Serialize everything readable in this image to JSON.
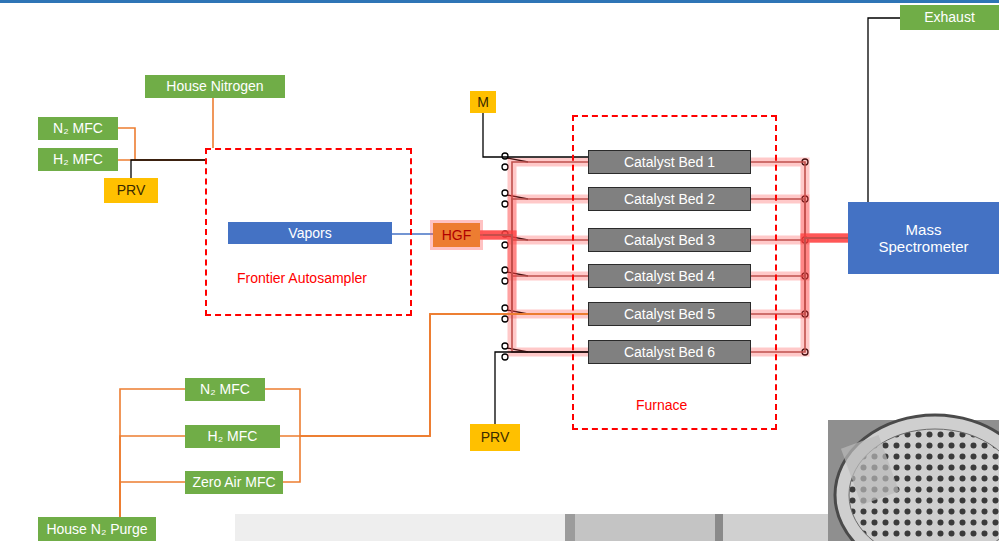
{
  "diagram": {
    "nodes": [
      {
        "text": [
          "House Nitrogen"
        ]
      },
      {
        "text": [
          "N₂ MFC"
        ]
      },
      {
        "text": [
          "H₂ MFC"
        ]
      },
      {
        "text": [
          "PRV"
        ]
      },
      {
        "text": [
          "Frontier Autosampler"
        ]
      },
      {
        "text": [
          "Vapors"
        ],
        "in": 4
      },
      {
        "text": [
          "HGF"
        ]
      },
      {
        "text": [
          "M"
        ]
      },
      {
        "text": [
          "Furnace"
        ]
      },
      {
        "text": [
          "Catalyst Bed 1"
        ],
        "in": 8
      },
      {
        "text": [
          "Catalyst Bed 2"
        ],
        "in": 8
      },
      {
        "text": [
          "Catalyst Bed 3"
        ],
        "in": 8
      },
      {
        "text": [
          "Catalyst Bed 4"
        ],
        "in": 8
      },
      {
        "text": [
          "Catalyst Bed 5"
        ],
        "in": 8
      },
      {
        "text": [
          "Catalyst Bed 6"
        ],
        "in": 8
      },
      {
        "text": [
          "Exhaust"
        ]
      },
      {
        "text": [
          "Mass Spectrometer"
        ]
      },
      {
        "text": [
          "PRV"
        ]
      },
      {
        "text": [
          "N₂ MFC"
        ]
      },
      {
        "text": [
          "H₂ MFC"
        ]
      },
      {
        "text": [
          "Zero Air MFC"
        ]
      },
      {
        "text": [
          "House N₂ Purge"
        ]
      }
    ],
    "edges": [
      {
        "from": 1,
        "to": 4,
        "arrow": "none"
      },
      {
        "from": 2,
        "to": 4,
        "arrow": "none"
      },
      {
        "from": 0,
        "to": 4,
        "arrow": "none"
      },
      {
        "from": 3,
        "to": 4,
        "arrow": "none"
      },
      {
        "from": 5,
        "to": 6,
        "arrow": "none"
      },
      {
        "from": 6,
        "to": 9,
        "arrow": "none"
      },
      {
        "from": 6,
        "to": 10,
        "arrow": "none"
      },
      {
        "from": 6,
        "to": 11,
        "arrow": "none"
      },
      {
        "from": 6,
        "to": 12,
        "arrow": "none"
      },
      {
        "from": 6,
        "to": 13,
        "arrow": "none"
      },
      {
        "from": 6,
        "to": 14,
        "arrow": "none"
      },
      {
        "from": 7,
        "to": 9,
        "arrow": "none"
      },
      {
        "from": 9,
        "to": 16,
        "arrow": "none"
      },
      {
        "from": 10,
        "to": 16,
        "arrow": "none"
      },
      {
        "from": 11,
        "to": 16,
        "arrow": "none"
      },
      {
        "from": 12,
        "to": 16,
        "arrow": "none"
      },
      {
        "from": 13,
        "to": 16,
        "arrow": "none"
      },
      {
        "from": 14,
        "to": 16,
        "arrow": "none"
      },
      {
        "from": 16,
        "to": 15,
        "arrow": "none"
      },
      {
        "from": 18,
        "to": 13,
        "arrow": "none"
      },
      {
        "from": 19,
        "to": 13,
        "arrow": "none"
      },
      {
        "from": 20,
        "to": 13,
        "arrow": "none"
      },
      {
        "from": 21,
        "to": 18,
        "arrow": "none"
      },
      {
        "from": 21,
        "to": 19,
        "arrow": "none"
      },
      {
        "from": 21,
        "to": 20,
        "arrow": "none"
      },
      {
        "from": 17,
        "to": 14,
        "arrow": "none"
      }
    ]
  }
}
